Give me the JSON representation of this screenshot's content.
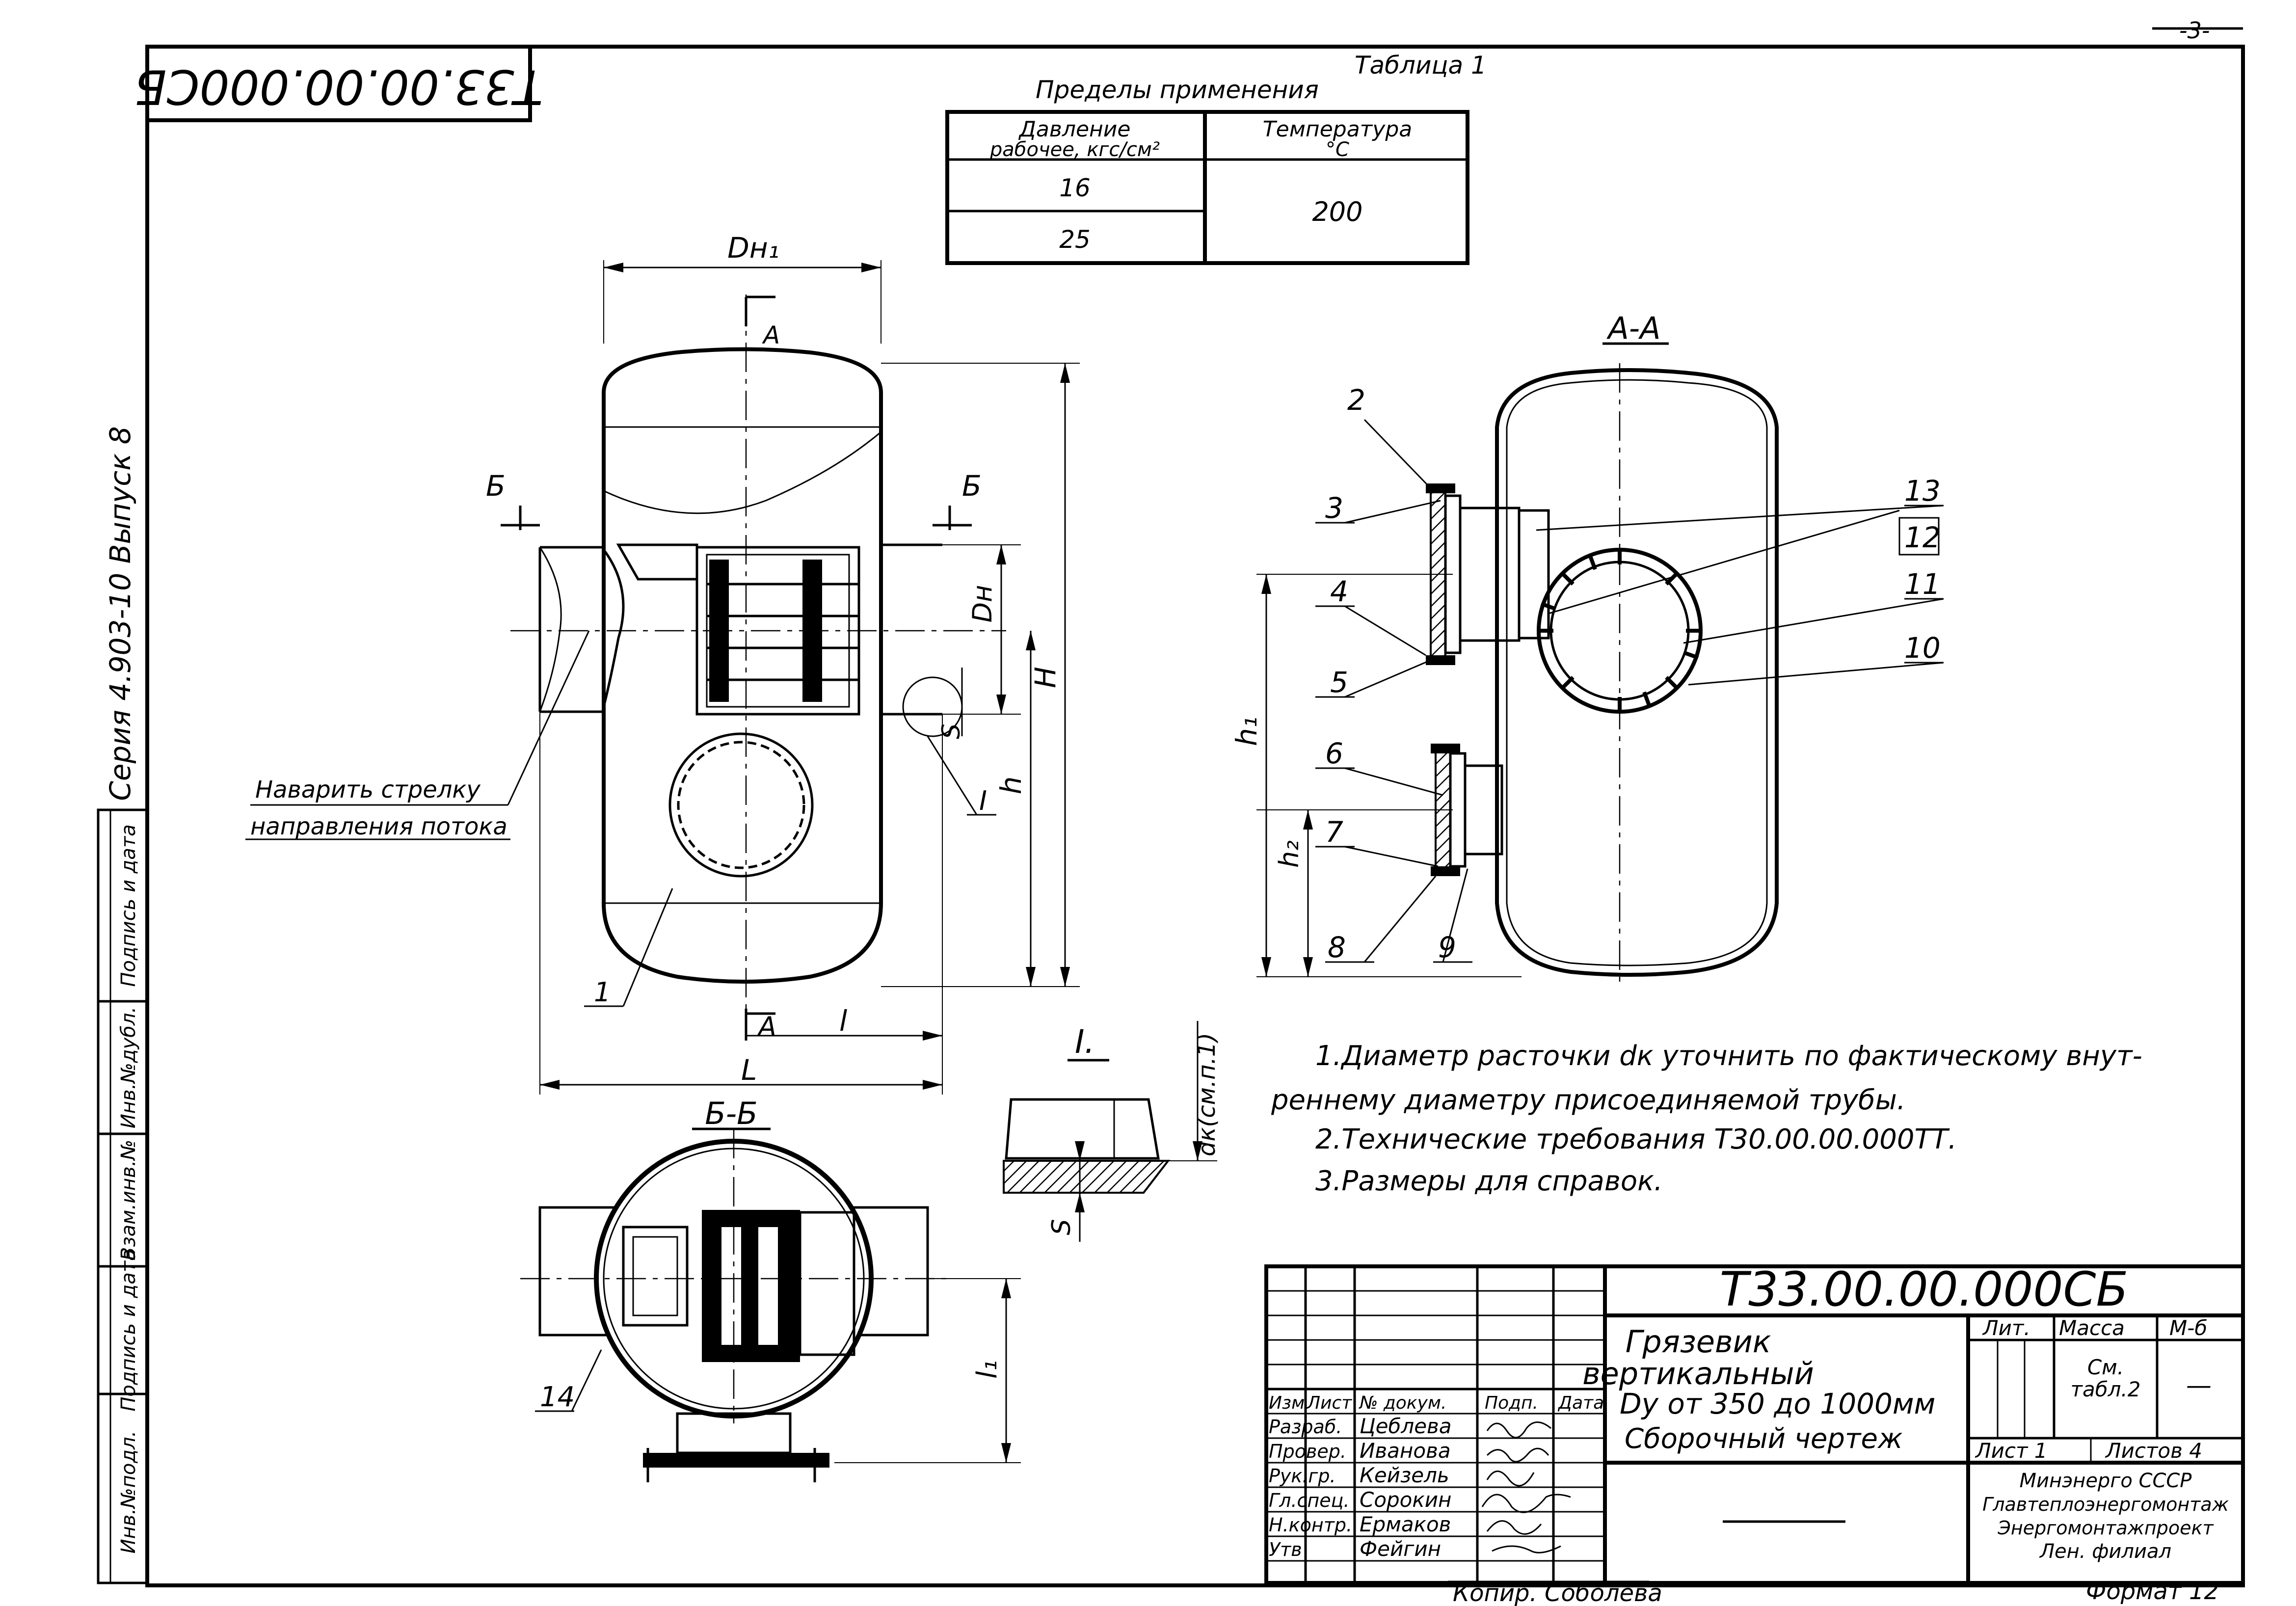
{
  "drawing_number_rotated": "Т33.00.00.000СБ",
  "series_label": "Серия 4.903-10   Выпуск 8",
  "side_stamp": [
    "Инв.№подл.",
    "Подпись и дата",
    "Взам.инв.№",
    "Инв.№дубл.",
    "Подпись и дата"
  ],
  "table1": {
    "caption": "Таблица 1",
    "title": "Пределы применения",
    "col1_header_l1": "Давление",
    "col1_header_l2": "рабочее, кгс/см²",
    "col2_header_l1": "Температура",
    "col2_header_l2": "°С",
    "pressures": [
      "16",
      "25"
    ],
    "temperature": "200"
  },
  "views": {
    "main": {
      "dim_Dn1": "Dн₁",
      "dim_Dn": "Dн",
      "dim_H": "Н",
      "dim_h": "h",
      "dim_s": "S",
      "dim_L": "L",
      "dim_l": "l",
      "cut_A": "А",
      "cut_A_bottom": "А",
      "cut_B_left": "Б",
      "cut_B_right": "Б",
      "detail_mark": "I",
      "part_1": "1",
      "note_l1": "Наварить стрелку",
      "note_l2": "направления потока"
    },
    "section_AA": {
      "title": "А-А",
      "dim_h1": "h₁",
      "dim_h2": "h₂",
      "parts": [
        "2",
        "3",
        "4",
        "5",
        "6",
        "7",
        "8",
        "9",
        "10",
        "11",
        "12",
        "13"
      ]
    },
    "section_BB": {
      "title": "Б-Б",
      "dim_l1": "l₁",
      "part_14": "14"
    },
    "detail_I": {
      "title": "I.",
      "dim_dk": "dк(см.п.1)",
      "dim_s": "S"
    }
  },
  "notes": [
    "1.Диаметр расточки dк уточнить по фактическому внут-",
    "реннему диаметру присоединяемой трубы.",
    "2.Технические требования Т30.00.00.000ТТ.",
    "3.Размеры для справок."
  ],
  "title_block": {
    "designation": "Т33.00.00.000СБ",
    "name_l1": "Грязевик",
    "name_l2": "вертикальный",
    "name_l3": "Dу от 350 до 1000мм",
    "name_l4": "Сборочный чертеж",
    "header_cols": [
      "Изм",
      "Лист",
      "№ докум.",
      "Подп.",
      "Дата"
    ],
    "roles": [
      "Разраб.",
      "Провер.",
      "Рук.гр.",
      "Гл.спец.",
      "Н.контр.",
      "Утв"
    ],
    "names": [
      "Цеблева",
      "Иванова",
      "Кейзель",
      "Сорокин",
      "Ермаков",
      "Фейгин"
    ],
    "lit_label": "Лит.",
    "mass_label": "Масса",
    "scale_label": "М-б",
    "mass_value_l1": "См.",
    "mass_value_l2": "табл.2",
    "scale_value": "—",
    "sheet_label": "Лист 1",
    "sheets_label": "Листов 4",
    "org_l1": "Минэнерго СССР",
    "org_l2": "Главтеплоэнергомонтаж",
    "org_l3": "Энергомонтажпроект",
    "org_l4": "Лен. филиал"
  },
  "copied_by": "Копир. Соболева",
  "format": "Формат 12",
  "page_mark": "-3-"
}
